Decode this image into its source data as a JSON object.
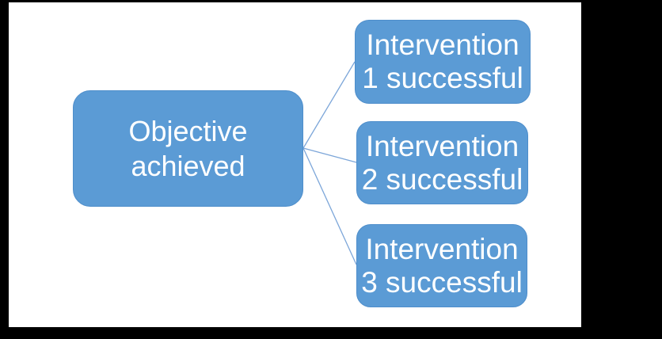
{
  "diagram": {
    "root": {
      "lines": [
        "Objective",
        "achieved"
      ]
    },
    "children": [
      {
        "lines": [
          "Intervention",
          "1 successful"
        ]
      },
      {
        "lines": [
          "Intervention",
          "2 successful"
        ]
      },
      {
        "lines": [
          "Intervention",
          "3 successful"
        ]
      }
    ]
  },
  "colors": {
    "node_fill": "#5b9bd5",
    "node_border": "#4e8ecb",
    "node_text": "#ffffff",
    "connector": "#7ca6d9",
    "frame_background": "#ffffff",
    "outer_background": "#000000"
  }
}
